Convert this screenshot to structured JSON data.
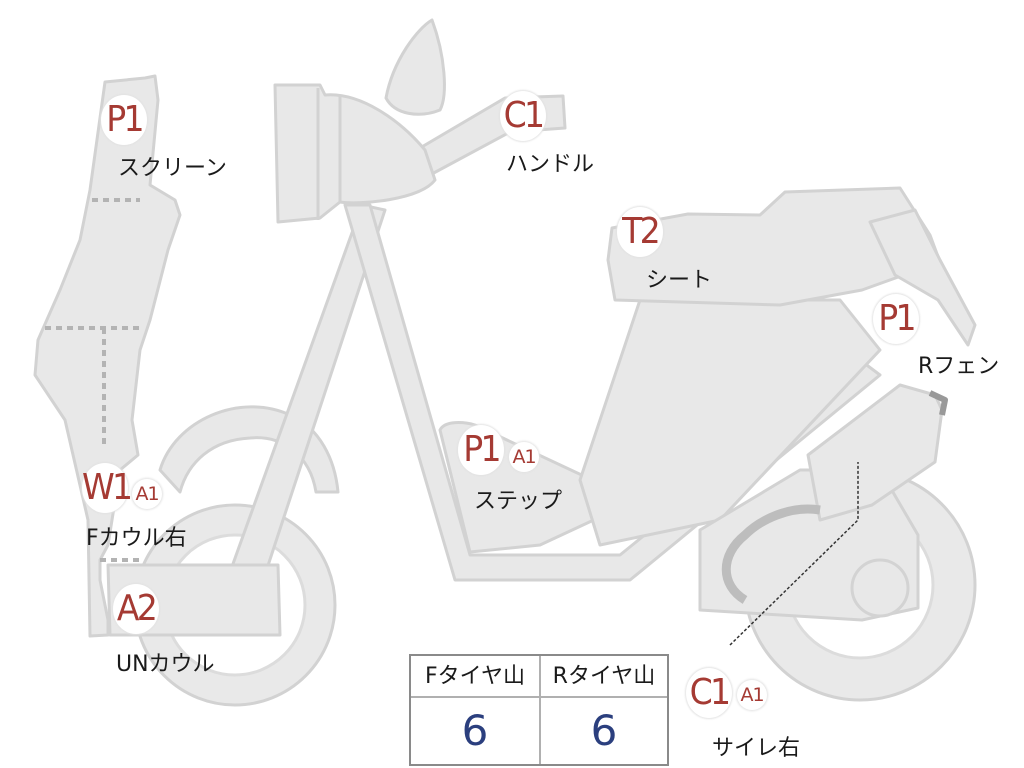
{
  "colors": {
    "body_fill": "#e8e8e8",
    "body_stroke": "#d3d3d3",
    "badge_text": "#a53a33",
    "value_text": "#2b3f7e",
    "dotted_line": "#b3b3b3"
  },
  "parts": {
    "screen": {
      "code": "P1",
      "label": "スクリーン"
    },
    "handle": {
      "code": "C1",
      "label": "ハンドル"
    },
    "seat": {
      "code": "T2",
      "label": "シート"
    },
    "rear_fender": {
      "code": "P1",
      "label": "Rフェン"
    },
    "step": {
      "code": "P1",
      "sub_code": "A1",
      "label": "ステップ"
    },
    "front_cowl_right": {
      "code": "W1",
      "sub_code": "A1",
      "label": "Fカウル右"
    },
    "under_cowl": {
      "code": "A2",
      "label": "UNカウル"
    },
    "muffler_right": {
      "code": "C1",
      "sub_code": "A1",
      "label": "サイレ右"
    }
  },
  "tread_table": {
    "front_header": "Fタイヤ山",
    "rear_header": "Rタイヤ山",
    "front_value": "6",
    "rear_value": "6"
  }
}
